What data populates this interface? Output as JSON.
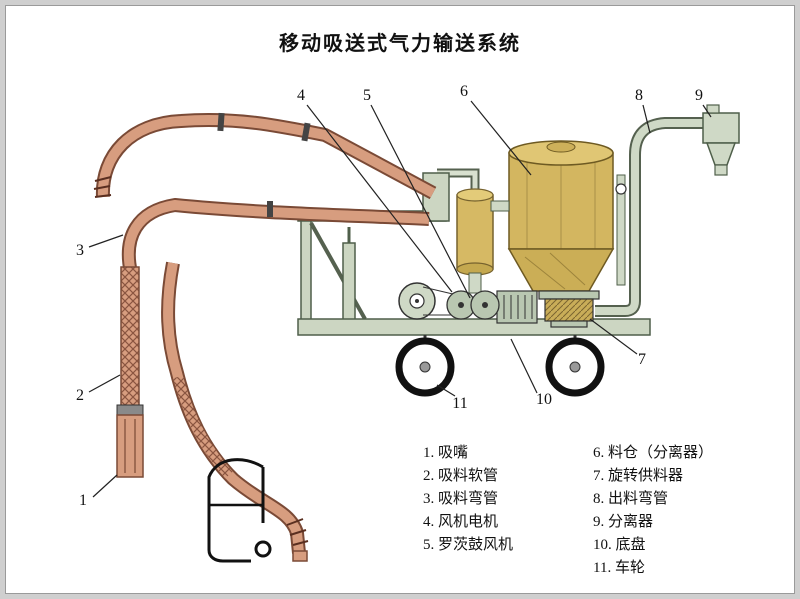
{
  "title": "移动吸送式气力输送系统",
  "callouts": {
    "c1": "1",
    "c2": "2",
    "c3": "3",
    "c4": "4",
    "c5": "5",
    "c6": "6",
    "c7": "7",
    "c8": "8",
    "c9": "9",
    "c10": "10",
    "c11": "11"
  },
  "legend": {
    "left": [
      "1. 吸嘴",
      "2. 吸料软管",
      "3. 吸料弯管",
      "4. 风机电机",
      "5. 罗茨鼓风机"
    ],
    "right": [
      "6. 料仓（分离器）",
      "7. 旋转供料器",
      "8. 出料弯管",
      "9. 分离器",
      "10. 底盘",
      "11. 车轮"
    ]
  },
  "colors": {
    "hose": "#d79d7f",
    "hose_outline": "#7a4a36",
    "tank": "#d3b660",
    "tank_top": "#e0c674",
    "frame": "#ccd6c2",
    "metal": "#b9c7b1",
    "background": "#ffffff"
  }
}
